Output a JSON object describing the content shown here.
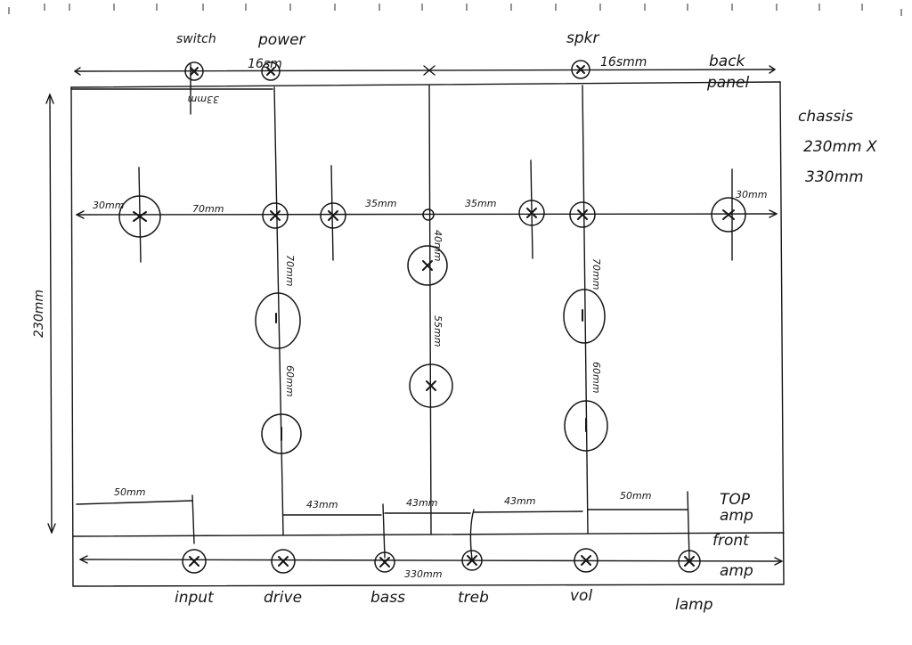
{
  "top_labels": {
    "switch": "switch",
    "power": "power",
    "power_dim": "16sm",
    "spkr": "spkr",
    "spkr_dim": "16smm",
    "back_panel": [
      "back",
      "panel"
    ],
    "switch_dim": "33mm"
  },
  "chassis_note": [
    "chassis",
    "230mm X",
    "330mm"
  ],
  "height_dim": "230mm",
  "middle_dims": {
    "left_30": "30mm",
    "d70": "70mm",
    "d35a": "35mm",
    "d35b": "35mm",
    "right_30": "30mm",
    "drive_70": "70mm",
    "drive_60": "60mm",
    "center_40": "40mm",
    "center_55": "55mm",
    "vol_70": "70mm",
    "vol_60": "60mm"
  },
  "bottom_dims": {
    "d50a": "50mm",
    "d43a": "43mm",
    "d43b": "43mm",
    "d43c": "43mm",
    "d50b": "50mm",
    "width": "330mm"
  },
  "top_amp": [
    "TOP",
    "amp"
  ],
  "front_amp": [
    "front",
    "amp"
  ],
  "controls": [
    "input",
    "drive",
    "bass",
    "treb",
    "vol",
    "lamp"
  ]
}
